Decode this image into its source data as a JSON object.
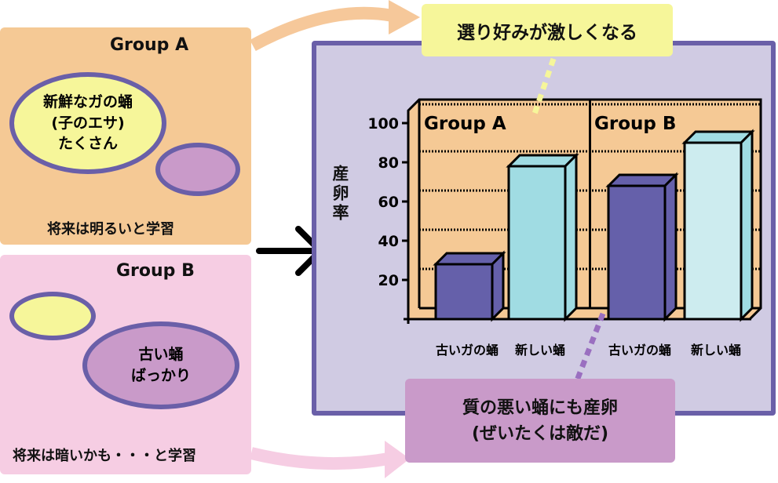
{
  "group_a": {
    "title": "Group A",
    "bubble_lines": [
      "新鮮なガの蛹",
      "(子のエサ)",
      "たくさん"
    ],
    "caption": "将来は明るいと学習"
  },
  "group_b": {
    "title": "Group B",
    "bubble_lines": [
      "古い蛹",
      "ばっかり"
    ],
    "caption": "将来は暗いかも・・・と学習"
  },
  "callout_top": "選り好みが激しくなる",
  "callout_bottom": [
    "質の悪い蛹にも産卵",
    "(ぜいたくは敵だ)"
  ],
  "colors": {
    "group_a_bg": "#f5c995",
    "group_b_bg": "#f6cde3",
    "panel": "#d0cbe3",
    "panel_border": "#6a5fa8",
    "old": "#6560aa",
    "new_a": "#a0dce3",
    "new_b": "#cdecef",
    "yellow": "#f6f69a",
    "purple": "#c99ac9"
  },
  "chart_data": {
    "type": "bar",
    "ylabel": "産卵率",
    "ylim": [
      0,
      100
    ],
    "yticks": [
      20,
      40,
      60,
      80,
      100
    ],
    "groups": [
      {
        "name": "Group A",
        "categories": [
          "古いガの蛹",
          "新しい蛹"
        ],
        "values": [
          28,
          78
        ]
      },
      {
        "name": "Group B",
        "categories": [
          "古いガの蛹",
          "新しい蛹"
        ],
        "values": [
          68,
          90
        ]
      }
    ],
    "grid": true
  }
}
